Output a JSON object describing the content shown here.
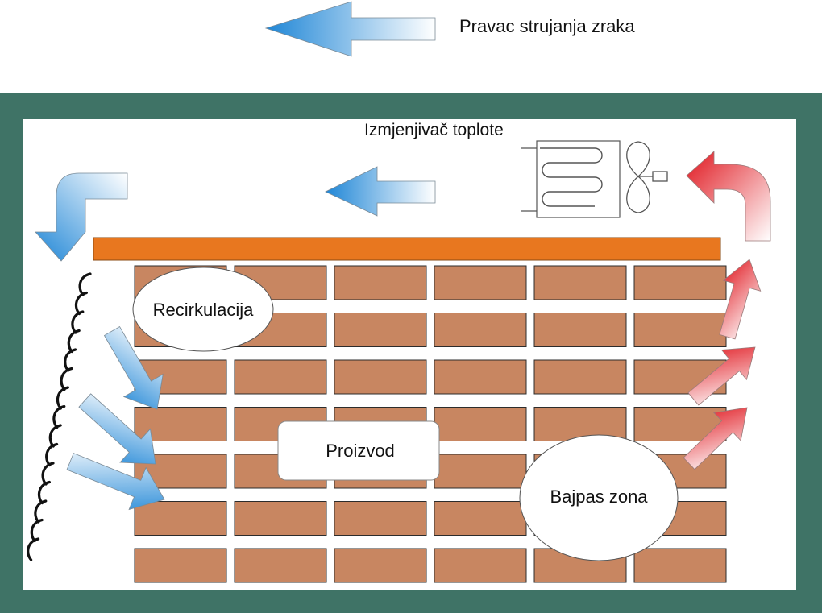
{
  "legend": {
    "airflow_label": "Pravac strujanja zraka"
  },
  "heat_exchanger": {
    "label": "Izmjenjivač toplote"
  },
  "zones": {
    "recirculation_label": "Recirkulacija",
    "product_label": "Proizvod",
    "bypass_label": "Bajpas zona"
  },
  "colors": {
    "chamber_wall": "#3f7366",
    "chamber_inner": "#ffffff",
    "shelf": "#e8771f",
    "brick": "#c88661",
    "brick_edge": "#2c2c2c",
    "cold_air": "#1f86d6",
    "warm_air": "#e0161e",
    "louver": "#111111"
  },
  "stack": {
    "rows": 7,
    "bricks_per_row": 6
  }
}
